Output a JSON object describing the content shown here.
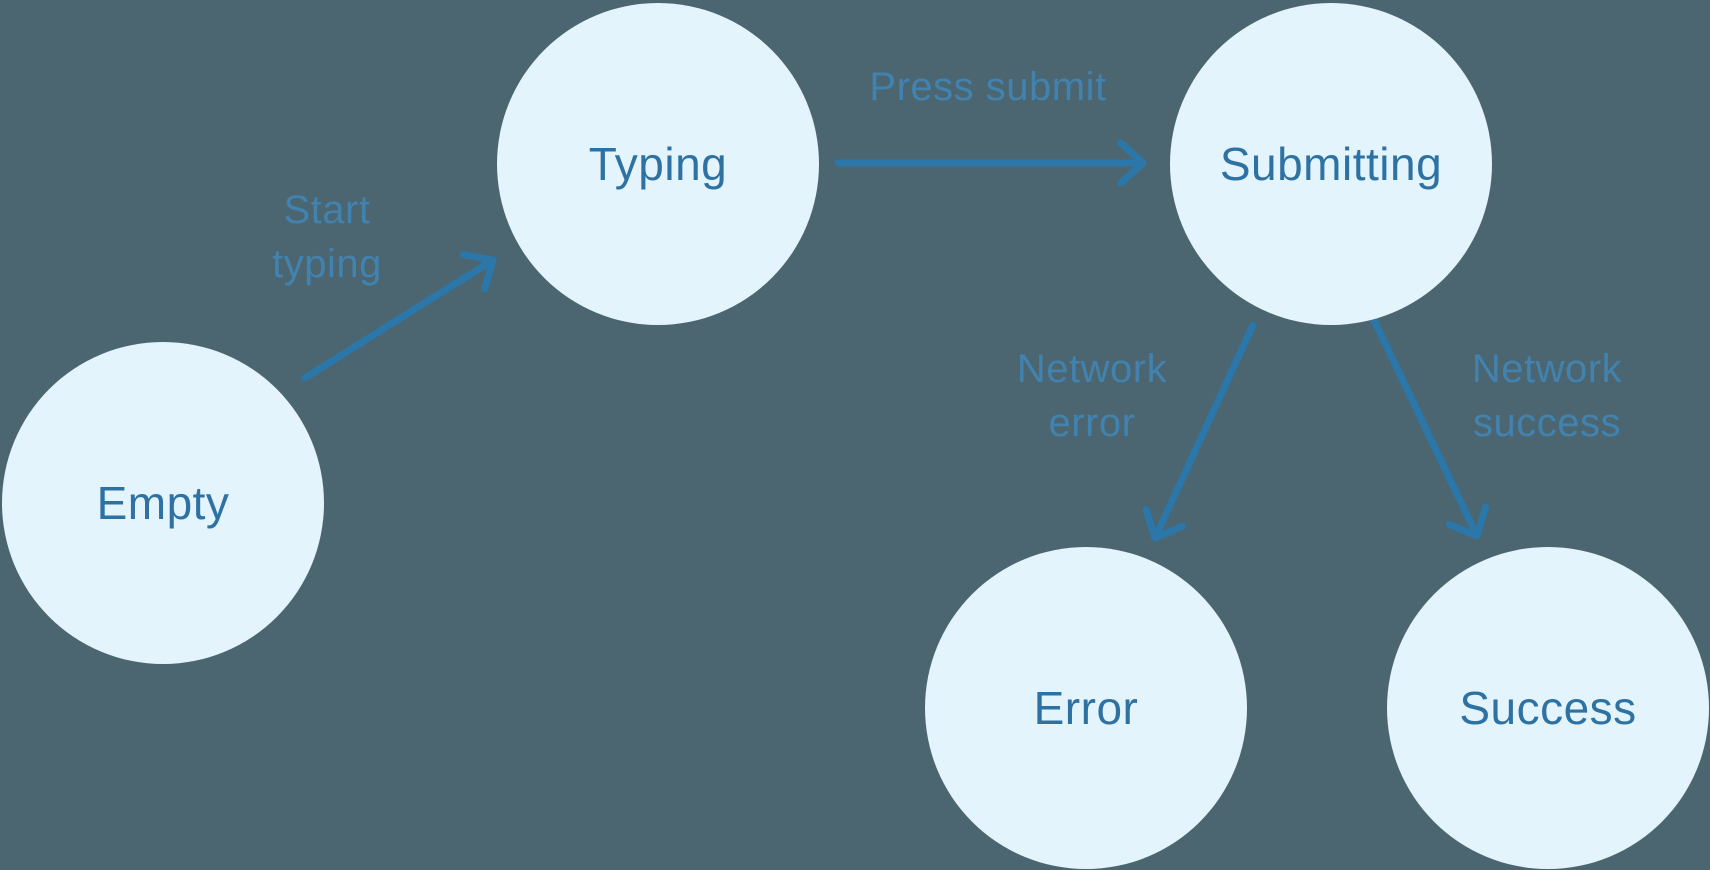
{
  "colors": {
    "background": "#4B6670",
    "node-fill": "#E3F4FD",
    "node-text": "#2D72A3",
    "edge-label": "#4182AF",
    "arrow": "#2B77A9"
  },
  "diagram_type": "state-machine",
  "nodes": [
    {
      "id": "empty",
      "label": "Empty"
    },
    {
      "id": "typing",
      "label": "Typing"
    },
    {
      "id": "submitting",
      "label": "Submitting"
    },
    {
      "id": "error",
      "label": "Error"
    },
    {
      "id": "success",
      "label": "Success"
    }
  ],
  "edges": [
    {
      "id": "empty-to-typing",
      "from": "Empty",
      "to": "Typing",
      "label": "Start\ntyping"
    },
    {
      "id": "typing-to-submitting",
      "from": "Typing",
      "to": "Submitting",
      "label": "Press submit"
    },
    {
      "id": "submitting-to-error",
      "from": "Submitting",
      "to": "Error",
      "label": "Network\nerror"
    },
    {
      "id": "submitting-to-success",
      "from": "Submitting",
      "to": "Success",
      "label": "Network\nsuccess"
    }
  ]
}
